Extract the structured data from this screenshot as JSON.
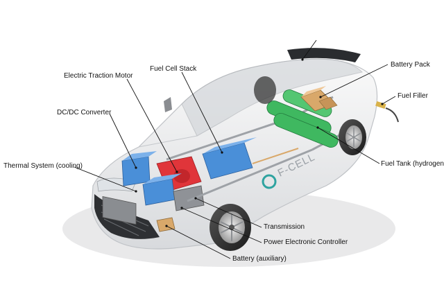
{
  "labels": {
    "electric_traction_motor": "Electric Traction Motor",
    "fuel_cell_stack": "Fuel Cell Stack",
    "battery_pack": "Battery Pack",
    "fuel_filler": "Fuel Filler",
    "dcdc_converter": "DC/DC Converter",
    "thermal_system": "Thermal System (cooling)",
    "fuel_tank": "Fuel Tank (hydrogen)",
    "transmission": "Transmission",
    "power_electronic_controller": "Power Electronic Controller",
    "battery_auxiliary": "Battery (auxiliary)"
  },
  "car_badge": "F-CELL",
  "colors": {
    "motor": "#e0353a",
    "fuel_cell_stack": "#4a8fd8",
    "hydrogen_tank": "#3fb860",
    "battery_pack": "#d9a86a",
    "body": "#f1f2f3",
    "glass": "#c9ccd0",
    "leader_line": "#111111"
  }
}
